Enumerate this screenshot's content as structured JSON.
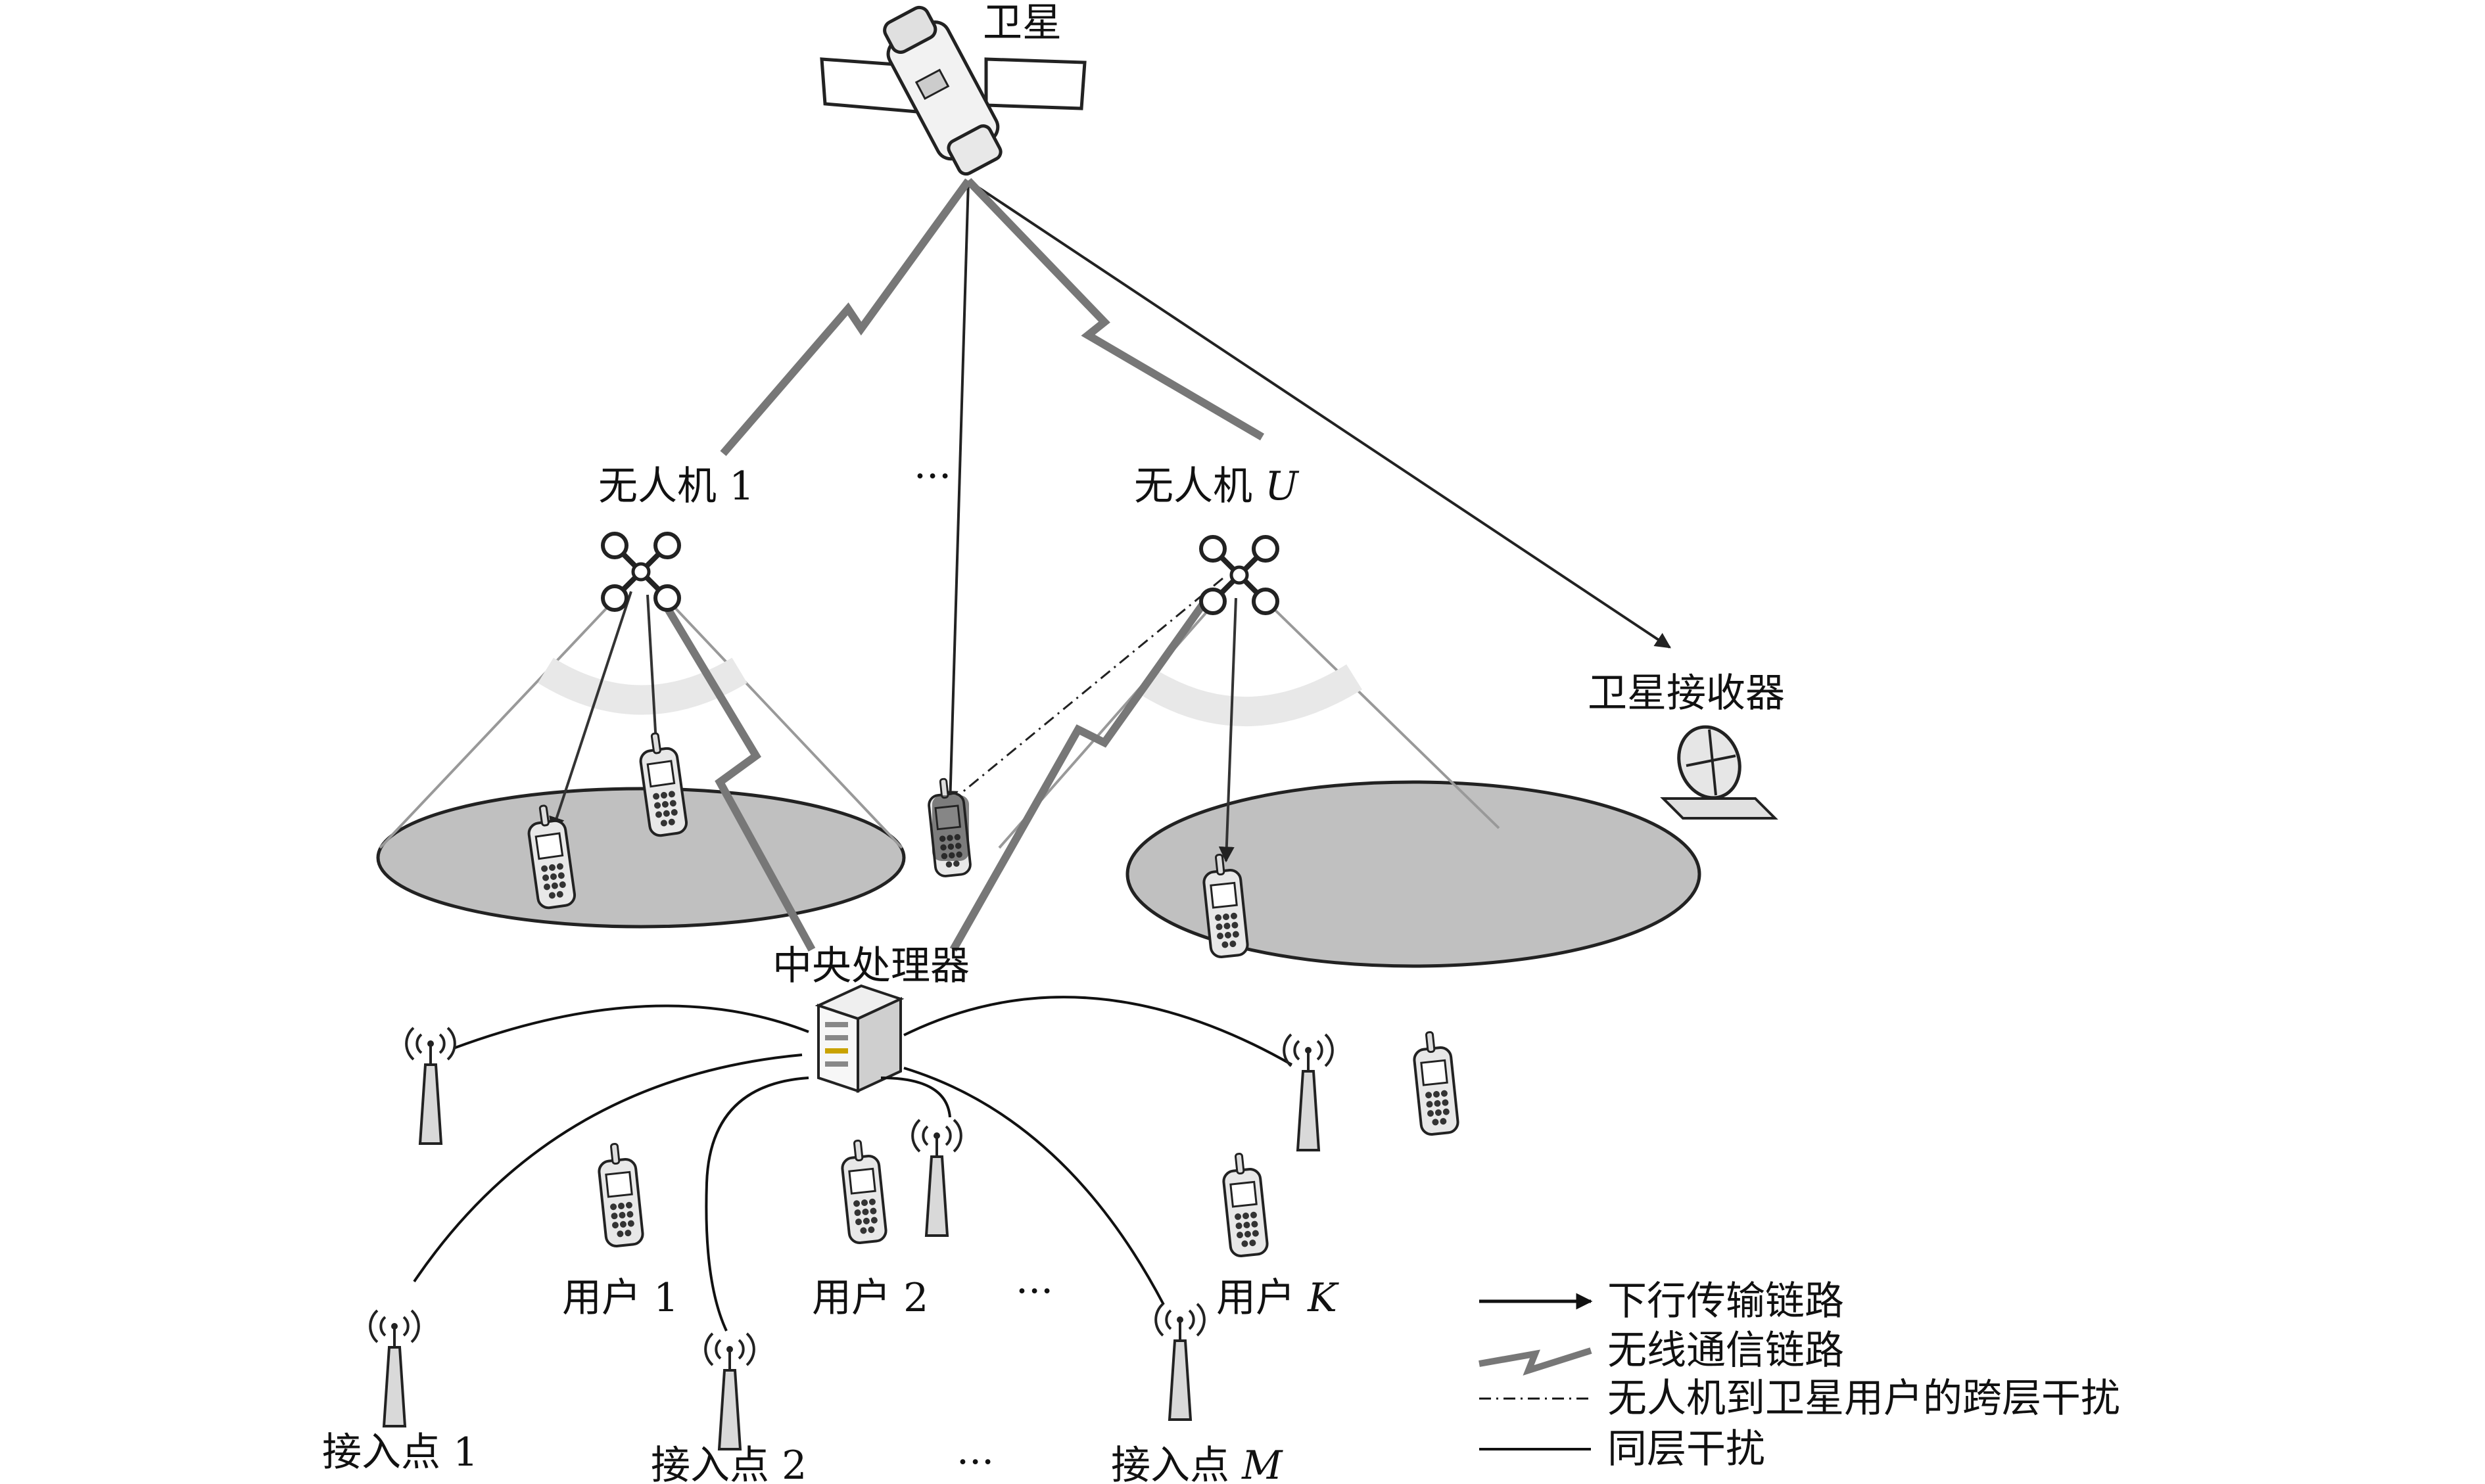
{
  "nodes": {
    "satellite": "卫星",
    "uav_1": "无人机 1",
    "uav_u_prefix": "无人机",
    "uav_u_index": "U",
    "uav_ellipsis": "···",
    "satellite_receiver": "卫星接收器",
    "central_processor": "中央处理器",
    "user_1": "用户 1",
    "user_2": "用户 2",
    "user_ellipsis": "···",
    "user_k_prefix": "用户",
    "user_k_index": "K",
    "ap_1": "接入点 1",
    "ap_2": "接入点 2",
    "ap_ellipsis": "···",
    "ap_m_prefix": "接入点",
    "ap_m_index": "M"
  },
  "legend": {
    "downlink": "下行传输链路",
    "wireless": "无线通信链路",
    "cross_layer": "无人机到卫星用户的跨层干扰",
    "same_layer": "同层干扰"
  },
  "colors": {
    "line": "#111111",
    "wireless_link": "#777777",
    "coverage_fill": "#bfbfbf"
  }
}
